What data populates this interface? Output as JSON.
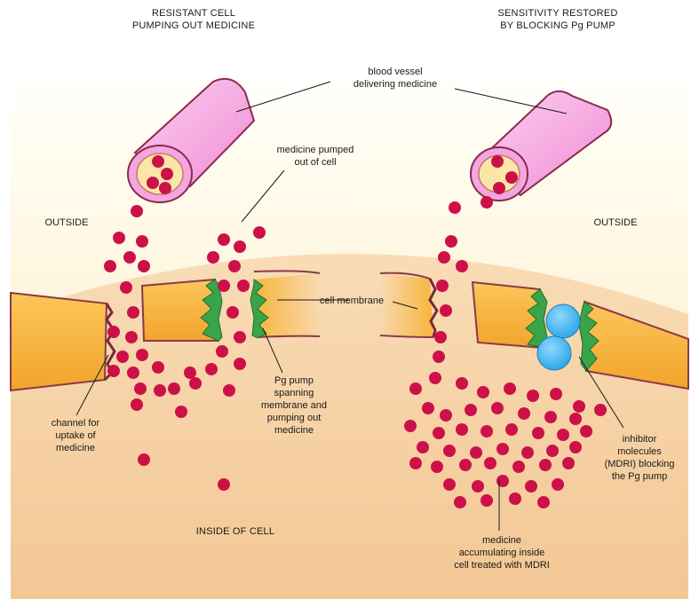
{
  "titles": {
    "left": "RESISTANT CELL\nPUMPING OUT MEDICINE",
    "right": "SENSITIVITY RESTORED\nBY BLOCKING Pg PUMP"
  },
  "labels": {
    "blood_vessel": "blood vessel\ndelivering medicine",
    "medicine_pumped_out": "medicine pumped\nout of cell",
    "outside_left": "OUTSIDE",
    "outside_right": "OUTSIDE",
    "cell_membrane": "cell membrane",
    "pg_pump": "Pg pump\nspanning\nmembrane and\npumping out\nmedicine",
    "channel_uptake": "channel for\nuptake of\nmedicine",
    "inside_of_cell": "INSIDE OF CELL",
    "inhibitor": "inhibitor\nmolecules\n(MDRI) blocking\nthe Pg pump",
    "medicine_accumulating": "medicine\naccumulating inside\ncell treated with MDRI"
  },
  "colors": {
    "outside_top": "#fffdf4",
    "outside_bottom": "#fde9b8",
    "cell_inside": "#f6cfa2",
    "membrane": "#f7b53b",
    "membrane_edge": "#8a3a4a",
    "pump": "#3aa44a",
    "vessel": "#f4a6e0",
    "vessel_edge": "#8b2a4a",
    "medicine": "#cc1149",
    "inhibitor": "#4fb6ee"
  }
}
